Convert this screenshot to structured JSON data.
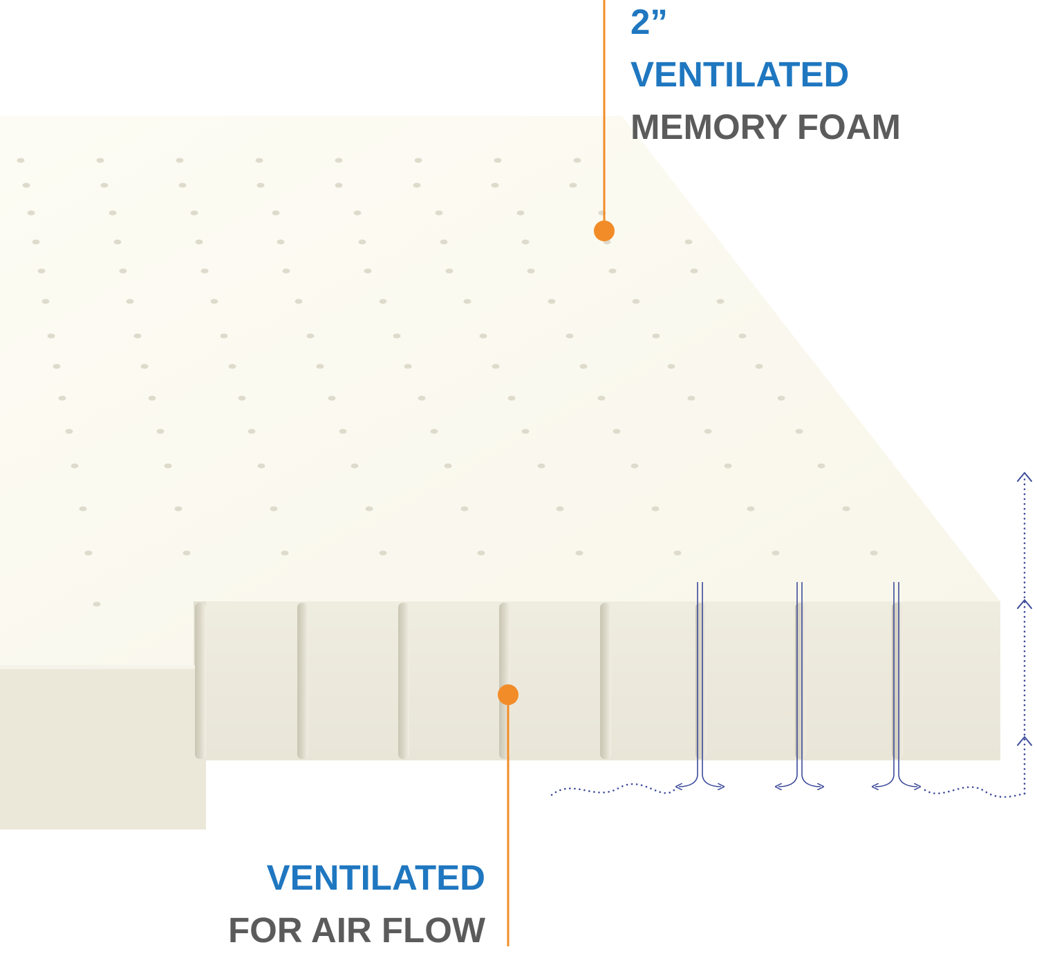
{
  "top_callout": {
    "line1": "2”",
    "line2": "VENTILATED",
    "line3": "MEMORY FOAM"
  },
  "bottom_callout": {
    "line1": "VENTILATED",
    "line2": "FOR AIR FLOW"
  },
  "colors": {
    "accent_blue": "#1f77c0",
    "label_gray": "#5b5b5b",
    "leader_orange": "#f28c28",
    "airflow_blue": "#3b4a9a",
    "foam_top": "#fbf9ee",
    "foam_side": "#ece9dc"
  }
}
